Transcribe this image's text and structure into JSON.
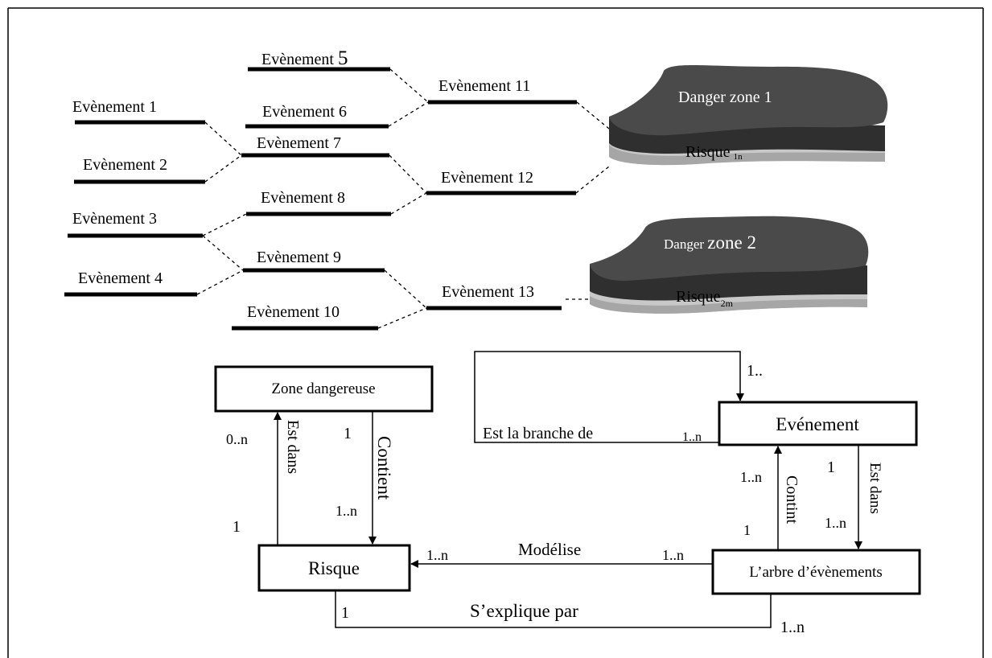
{
  "events": {
    "e1": "Evènement 1",
    "e2": "Evènement 2",
    "e3": "Evènement 3",
    "e4": "Evènement 4",
    "e5": "Evènement ",
    "e5_num": "5",
    "e6": "Evènement 6",
    "e7": "Evènement 7",
    "e8": "Evènement 8",
    "e9": "Evènement 9",
    "e10": "Evènement 10",
    "e11": "Evènement 11",
    "e12": "Evènement 12",
    "e13": "Evènement 13"
  },
  "zones": {
    "zone1_title": "Danger zone 1",
    "zone1_risk": "Risque",
    "zone1_risk_sub": "1n",
    "zone2_title_a": "Danger ",
    "zone2_title_b": "zone 2",
    "zone2_risk": "Risque",
    "zone2_risk_sub": "2m"
  },
  "model": {
    "zone_dangereuse": "Zone dangereuse",
    "risque": "Risque",
    "evenement": "Evénement",
    "arbre": "L’arbre d’évènements",
    "est_dans_left": "Est dans",
    "contient": "Contient",
    "contint": "Contint",
    "est_dans_right": "Est dans",
    "modelise": "Modélise",
    "explique": "S’explique par",
    "branche": "Est la branche de",
    "m_0n": "0..n",
    "m_1_left": "1",
    "m_1_contient": "1",
    "m_1n_contient": "1..n",
    "m_1n_risque": "1..n",
    "m_1n_modelise": "1..n",
    "m_1_loop": "1..",
    "m_1n_branche": "1..n",
    "m_1n_contint": "1..n",
    "m_1_contint": "1",
    "m_1_estdans": "1",
    "m_1n_estdans": "1..n",
    "m_1_explique": "1",
    "m_1n_explique": "1..n"
  }
}
